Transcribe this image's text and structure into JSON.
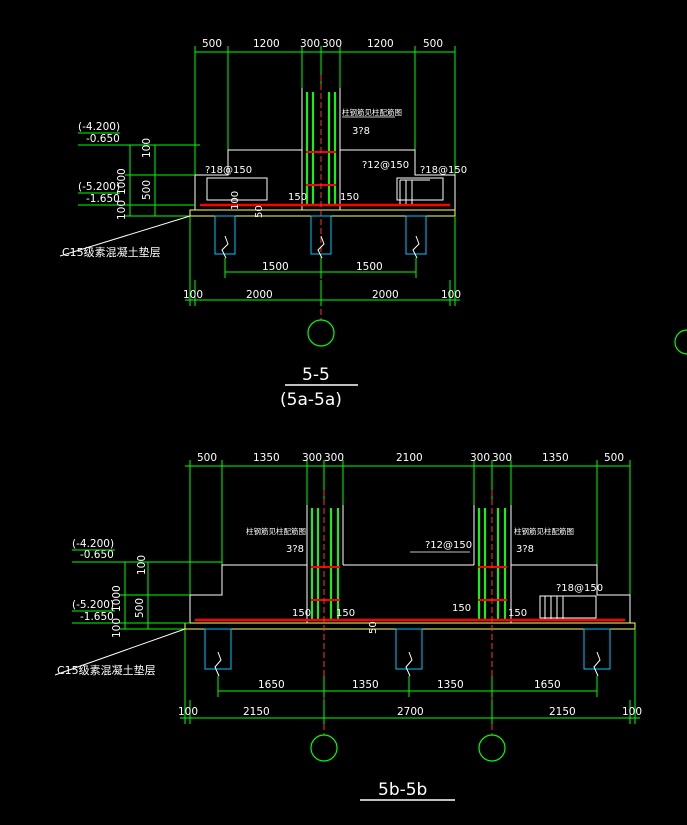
{
  "colors": {
    "background": "#000000",
    "dimension": "#00ff00",
    "text": "#ffffff",
    "rebar": "#ff0000",
    "pile": "#00c8ff",
    "bedding": "#ffff66",
    "outline": "#ffffff",
    "axis": "#ff3333"
  },
  "section_a": {
    "title": "5-5",
    "subtitle": "(5a-5a)",
    "top_dims": [
      "500",
      "1200",
      "300",
      "300",
      "1200",
      "500"
    ],
    "pile_dims": [
      "1500",
      "1500"
    ],
    "bottom_dims": [
      "100",
      "2000",
      "2000",
      "100"
    ],
    "left_levels": [
      "(-4.200)",
      "-0.650",
      "(-5.200)",
      "-1.650"
    ],
    "left_dims": [
      "100",
      "1000",
      "500",
      "100"
    ],
    "column_note": "柱钢筋见柱配筋图",
    "stirrup_label": "3?8",
    "rebar_a": "?18@150",
    "rebar_b": "?12@150",
    "rebar_c": "?18@150",
    "cover_left": "150",
    "cover_right": "150",
    "cover_100": "100",
    "cover_50": "50",
    "bedding_label": "C15级素混凝土垫层"
  },
  "section_b": {
    "title": "5b-5b",
    "top_dims": [
      "500",
      "1350",
      "300",
      "300",
      "2100",
      "300",
      "300",
      "1350",
      "500"
    ],
    "pile_dims": [
      "1650",
      "1350",
      "1350",
      "1650"
    ],
    "bottom_dims": [
      "100",
      "2150",
      "2700",
      "2150",
      "100"
    ],
    "left_levels": [
      "(-4.200)",
      "-0.650",
      "(-5.200)",
      "-1.650"
    ],
    "left_dims": [
      "100",
      "1000",
      "500",
      "100"
    ],
    "column_note_left": "柱钢筋见柱配筋图",
    "column_note_right": "柱钢筋见柱配筋图",
    "stirrup_left": "3?8",
    "stirrup_right": "3?8",
    "rebar_a": "?12@150",
    "rebar_b": "?18@150",
    "cover_1": "150",
    "cover_2": "150",
    "cover_3": "150",
    "cover_4": "150",
    "cover_50": "50",
    "bedding_label": "C15级素混凝土垫层"
  }
}
